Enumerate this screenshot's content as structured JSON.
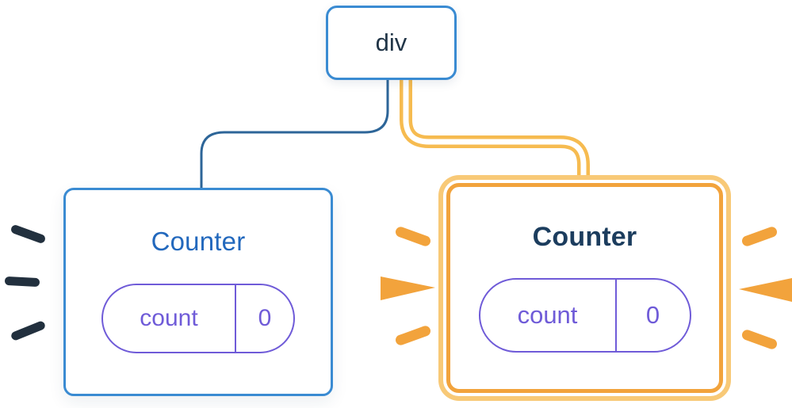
{
  "diagram": {
    "root": {
      "label": "div"
    },
    "children": [
      {
        "title": "Counter",
        "state_key": "count",
        "state_value": "0",
        "highlighted": false
      },
      {
        "title": "Counter",
        "state_key": "count",
        "state_value": "0",
        "highlighted": true
      }
    ]
  },
  "colors": {
    "card_border_blue": "#3a8bd2",
    "connector_blue": "#2d6598",
    "connector_orange": "#f6bb50",
    "orange": "#f2a33c",
    "orange_light": "#f8c977",
    "root_text": "#213547",
    "title_blue": "#2268bd",
    "title_navy": "#1c3d5e",
    "purple": "#6f5bd8",
    "spark_dark": "#22303e",
    "spark_orange": "#f2a33c"
  }
}
